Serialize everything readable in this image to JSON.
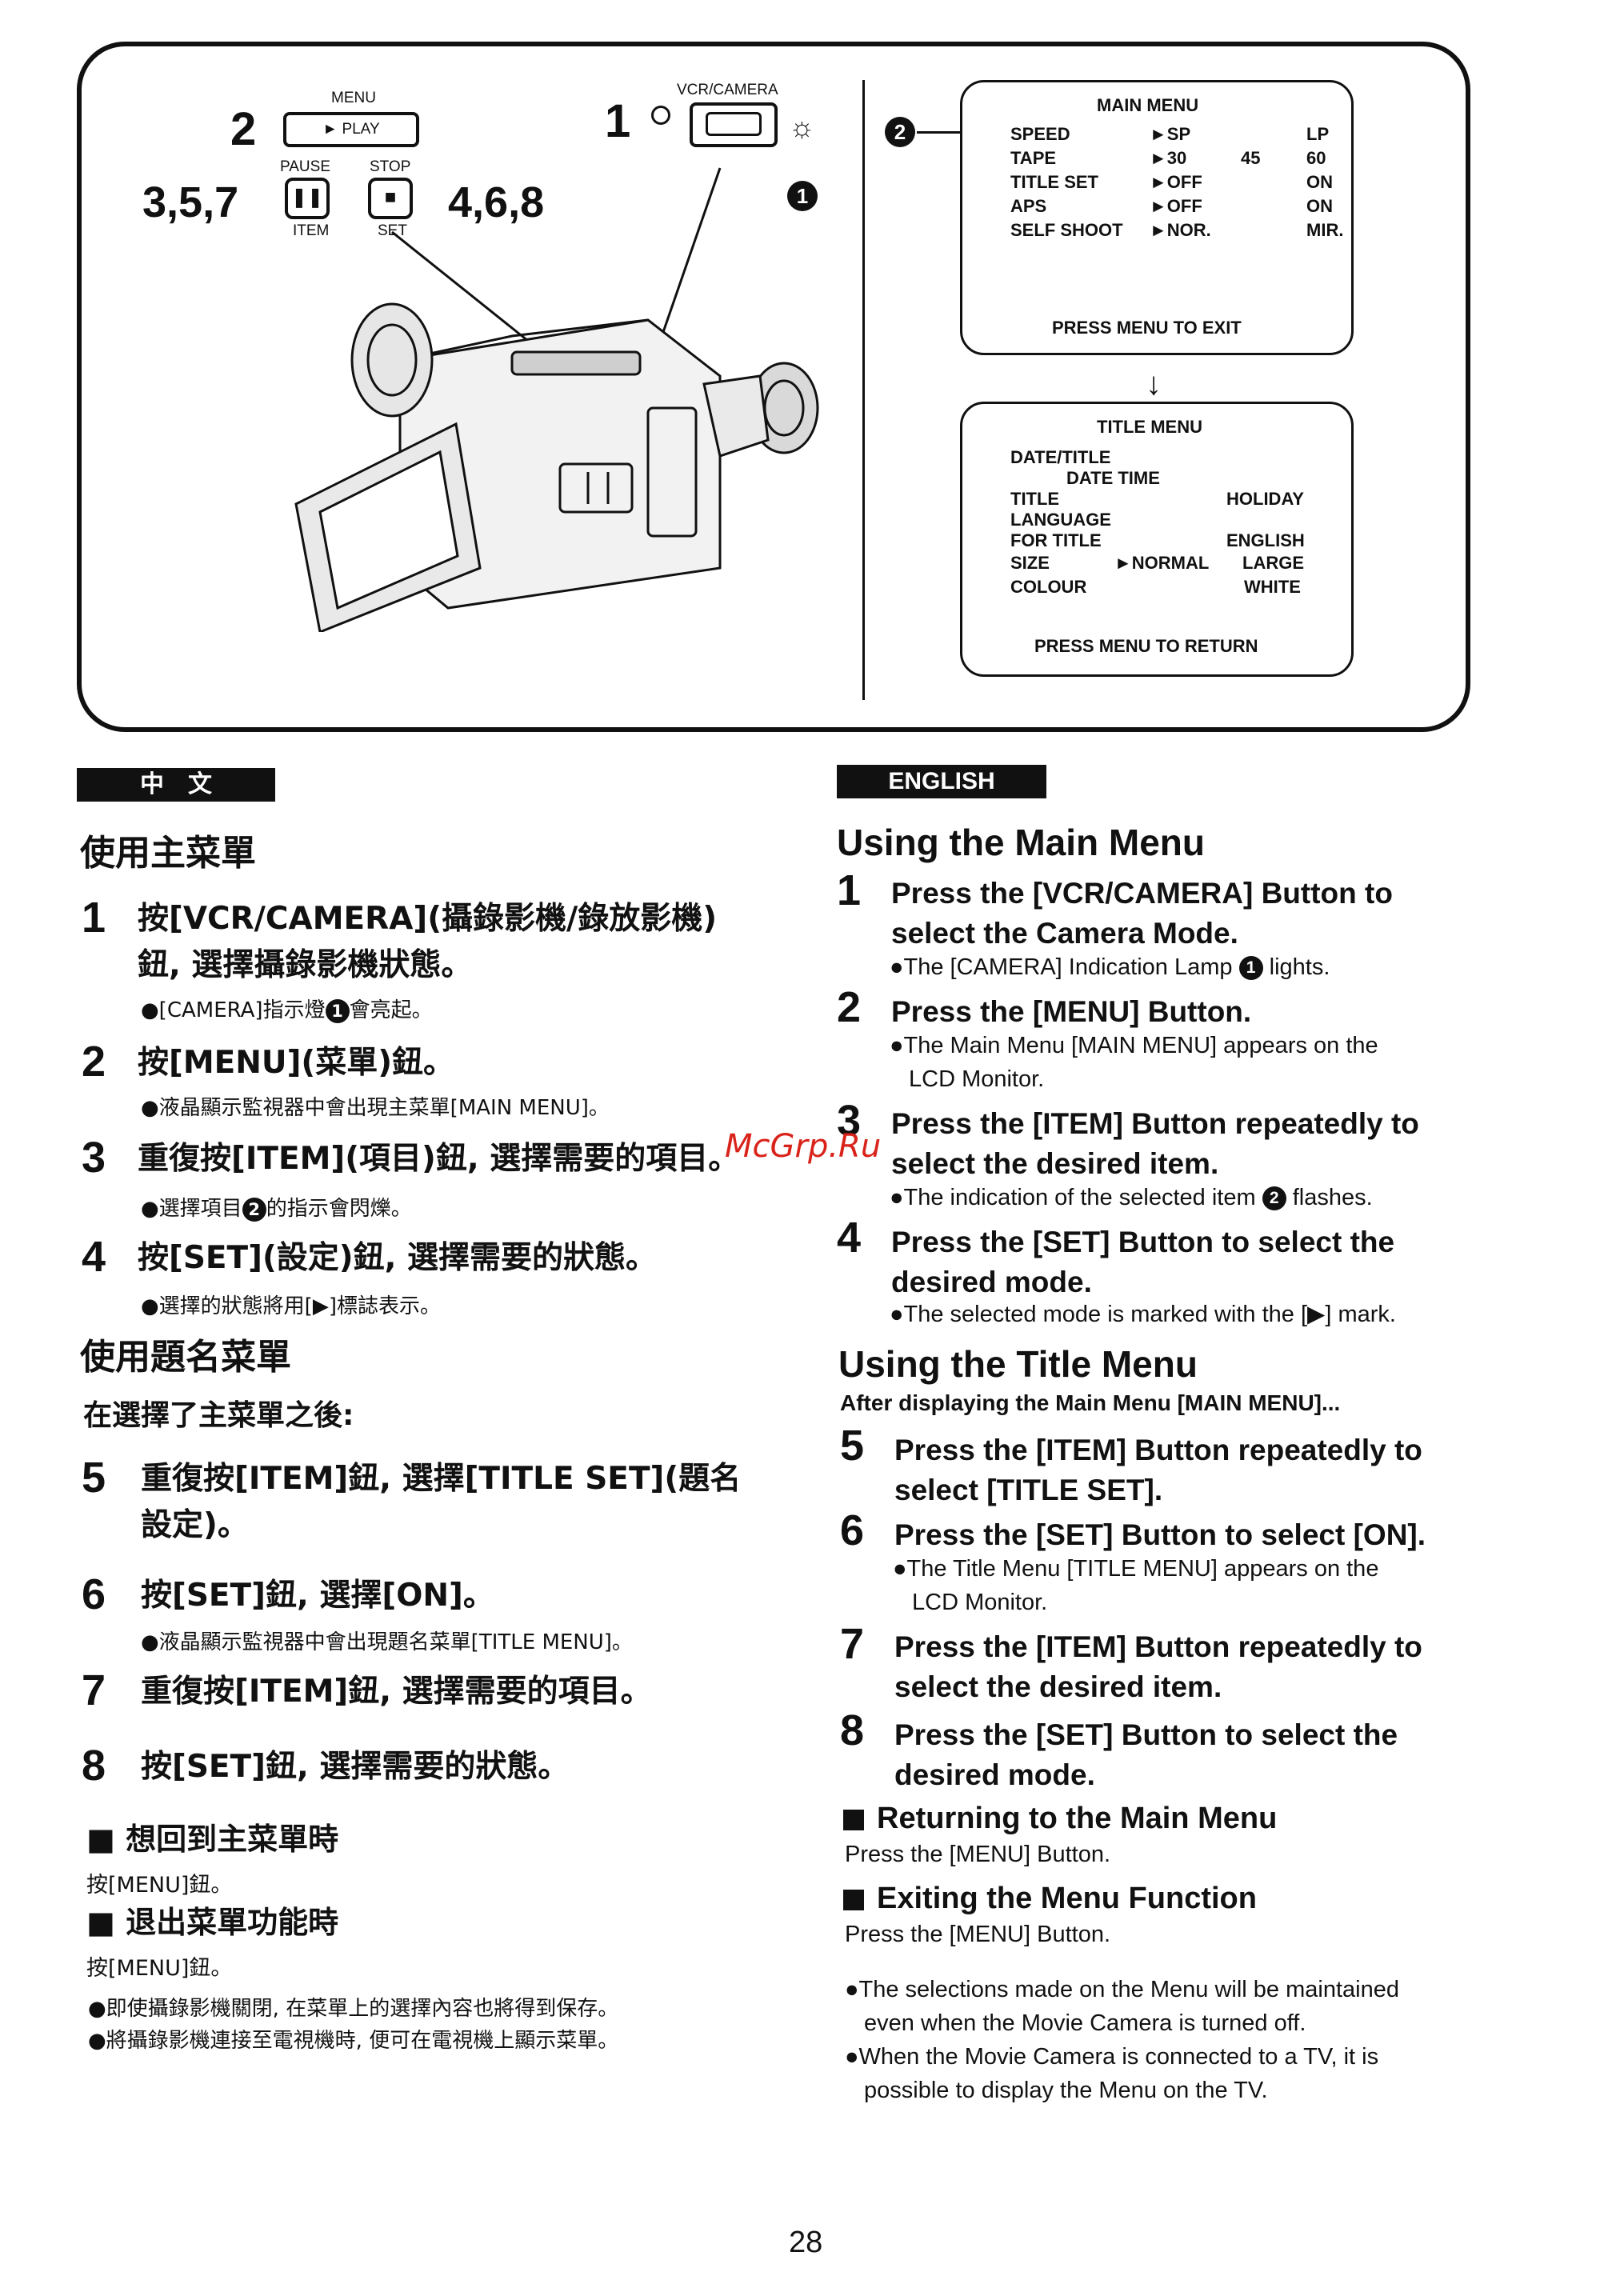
{
  "figure": {
    "menu_label": "MENU",
    "play_label": "► PLAY",
    "pause_label": "PAUSE",
    "stop_label": "STOP",
    "item_label": "ITEM",
    "set_label": "SET",
    "vcr_camera_label": "VCR/CAMERA",
    "step2": "2",
    "step1": "1",
    "steps_left": "3,5,7",
    "steps_right": "4,6,8",
    "callout1": "1",
    "callout2": "2"
  },
  "main_menu": {
    "title": "MAIN MENU",
    "rows": [
      {
        "label": "SPEED",
        "sel": "►SP",
        "c2": "",
        "c3": "LP"
      },
      {
        "label": "TAPE",
        "sel": "►30",
        "c2": "45",
        "c3": "60"
      },
      {
        "label": "TITLE SET",
        "sel": "►OFF",
        "c2": "",
        "c3": "ON"
      },
      {
        "label": "APS",
        "sel": "►OFF",
        "c2": "",
        "c3": "ON"
      },
      {
        "label": "SELF SHOOT",
        "sel": "►NOR.",
        "c2": "",
        "c3": "MIR."
      }
    ],
    "footer": "PRESS MENU TO EXIT"
  },
  "title_menu": {
    "title": "TITLE MENU",
    "line1": "DATE/TITLE",
    "line2": "DATE  TIME",
    "line3_label": "TITLE",
    "line3_value": "HOLIDAY",
    "line4": "LANGUAGE",
    "line5_label": "FOR TITLE",
    "line5_value": "ENGLISH",
    "line6_label": "SIZE",
    "line6_sel": "►NORMAL",
    "line6_value": "LARGE",
    "line7_label": "COLOUR",
    "line7_value": "WHITE",
    "footer": "PRESS MENU TO RETURN"
  },
  "chinese": {
    "tag": "中　文",
    "heading1": "使用主菜單",
    "steps": [
      {
        "n": "1",
        "text": "按[VCR/CAMERA](攝錄影機/錄放影機)鈕, 選擇攝錄影機狀態。"
      },
      {
        "n": "2",
        "text": "按[MENU](菜單)鈕。"
      },
      {
        "n": "3",
        "text": "重復按[ITEM](項目)鈕, 選擇需要的項目。"
      },
      {
        "n": "4",
        "text": "按[SET](設定)鈕, 選擇需要的狀態。"
      },
      {
        "n": "5",
        "text": "重復按[ITEM]鈕, 選擇[TITLE SET](題名設定)。"
      },
      {
        "n": "6",
        "text": "按[SET]鈕, 選擇[ON]。"
      },
      {
        "n": "7",
        "text": "重復按[ITEM]鈕, 選擇需要的項目。"
      },
      {
        "n": "8",
        "text": "按[SET]鈕, 選擇需要的狀態。"
      }
    ],
    "note1_pre": "●[CAMERA]指示燈",
    "note1_post": "會亮起。",
    "note2": "●液晶顯示監視器中會出現主菜單[MAIN MENU]。",
    "note3_pre": "●選擇項目",
    "note3_post": "的指示會閃爍。",
    "note4": "●選擇的狀態將用[▶]標誌表示。",
    "heading2": "使用題名菜單",
    "after_main": "在選擇了主菜單之後:",
    "note6": "●液晶顯示監視器中會出現題名菜單[TITLE MENU]。",
    "return_head": "■ 想回到主菜單時",
    "return_text": "按[MENU]鈕。",
    "exit_head": "■ 退出菜單功能時",
    "exit_text": "按[MENU]鈕。",
    "bullet1": "●即使攝錄影機關閉, 在菜單上的選擇內容也將得到保存。",
    "bullet2": "●將攝錄影機連接至電視機時, 便可在電視機上顯示菜單。"
  },
  "english": {
    "tag": "ENGLISH",
    "heading1": "Using the Main Menu",
    "s1_a": "Press the [VCR/CAMERA] Button to",
    "s1_b": "select the Camera Mode.",
    "s1_note_pre": "●The [CAMERA] Indication Lamp",
    "s1_note_post": "lights.",
    "s2_a": "Press the [MENU] Button.",
    "s2_note_a": "●The Main Menu [MAIN MENU] appears on the",
    "s2_note_b": "LCD Monitor.",
    "s3_a": "Press the [ITEM] Button repeatedly to",
    "s3_b": "select the desired item.",
    "s3_note_pre": "●The indication of the selected item",
    "s3_note_post": "flashes.",
    "s4_a": "Press the [SET] Button to select the",
    "s4_b": "desired mode.",
    "s4_note": "●The selected mode is marked with the [▶] mark.",
    "heading2": "Using the Title Menu",
    "after_main": "After displaying the Main Menu [MAIN MENU]...",
    "s5_a": "Press the [ITEM] Button repeatedly to",
    "s5_b": "select [TITLE SET].",
    "s6_a": "Press the [SET] Button to select [ON].",
    "s6_note_a": "●The Title Menu [TITLE MENU] appears on the",
    "s6_note_b": "LCD Monitor.",
    "s7_a": "Press the [ITEM] Button repeatedly to",
    "s7_b": "select the desired item.",
    "s8_a": "Press the [SET] Button to select the",
    "s8_b": "desired mode.",
    "return_head": "Returning to the Main Menu",
    "return_text": "Press the [MENU] Button.",
    "exit_head": "Exiting the Menu Function",
    "exit_text": "Press the [MENU] Button.",
    "bullet1_a": "●The selections made on the Menu will be maintained",
    "bullet1_b": "even when the Movie Camera is turned off.",
    "bullet2_a": "●When the Movie Camera is connected to a TV, it is",
    "bullet2_b": "possible to display the Menu on the TV."
  },
  "watermark": "McGrp.Ru",
  "page_number": "28"
}
